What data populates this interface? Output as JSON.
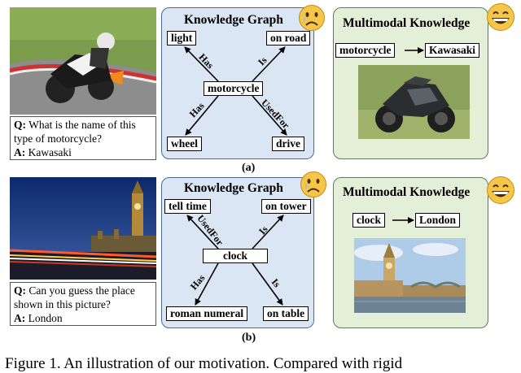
{
  "row_a": {
    "qa": {
      "q_prefix": "Q:",
      "question": "What is the name of this type of motorcycle?",
      "a_prefix": "A:",
      "answer": "Kawasaki"
    },
    "kg": {
      "title": "Knowledge Graph",
      "center": "motorcycle",
      "nodes": {
        "tl": "light",
        "tr": "on road",
        "bl": "wheel",
        "br": "drive"
      },
      "edges": {
        "tl": "Has",
        "tr": "Is",
        "bl": "Has",
        "br": "UsedFor"
      }
    },
    "mm": {
      "title": "Multimodal Knowledge",
      "from": "motorcycle",
      "to": "Kawasaki"
    },
    "sub_label": "(a)"
  },
  "row_b": {
    "qa": {
      "q_prefix": "Q:",
      "question": "Can you guess the place shown in this picture?",
      "a_prefix": "A:",
      "answer": "London"
    },
    "kg": {
      "title": "Knowledge Graph",
      "center": "clock",
      "nodes": {
        "tl": "tell time",
        "tr": "on tower",
        "bl": "roman numeral",
        "br": "on table"
      },
      "edges": {
        "tl": "UsedFor",
        "tr": "Is",
        "bl": "Has",
        "br": "Is"
      }
    },
    "mm": {
      "title": "Multimodal Knowledge",
      "from": "clock",
      "to": "London"
    },
    "sub_label": "(b)"
  },
  "caption": "Figure 1. An illustration of our motivation. Compared with rigid",
  "colors": {
    "kg_panel": "#dbe6f4",
    "mm_panel": "#e4efd8",
    "emoji": "#f6c64a"
  },
  "icons": [
    "sad-face-icon",
    "happy-face-icon"
  ]
}
